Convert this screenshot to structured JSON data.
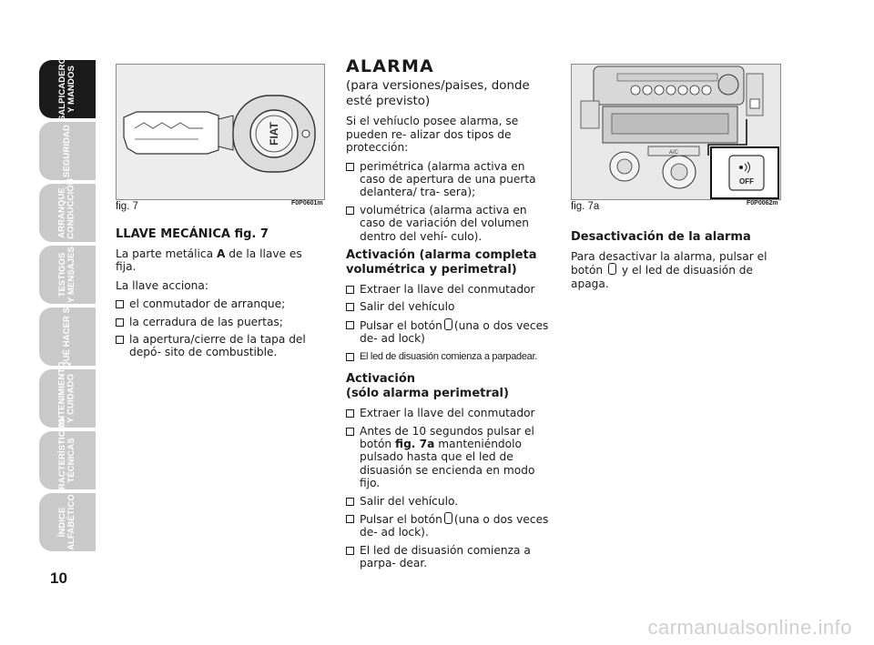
{
  "tabs": [
    {
      "label": "SALPICADERO\nY MANDOS",
      "active": true
    },
    {
      "label": "SEGURIDAD",
      "active": false
    },
    {
      "label": "ARRANQUE\nY CONDUCCIÓN",
      "active": false
    },
    {
      "label": "TESTIGOS\nY MENSAJES",
      "active": false
    },
    {
      "label": "QUÉ HACER SI",
      "active": false
    },
    {
      "label": "MANTENIMIENTO\nY CUIDADO",
      "active": false
    },
    {
      "label": "CARACTERÍSTICAS\nTÉCNICAS",
      "active": false
    },
    {
      "label": "ÍNDICE\nALFABÉTICO",
      "active": false
    }
  ],
  "page_number": "10",
  "fig7": {
    "caption": "fig. 7",
    "code": "F0P0601m",
    "logo": "FIAT"
  },
  "fig7a": {
    "caption": "fig. 7a",
    "code": "F0P0062m",
    "off_label": "OFF",
    "ac_label": "A/C"
  },
  "col1": {
    "heading": "LLAVE MECÁNICA fig. 7",
    "p1_pre": "La parte metálica ",
    "p1_bold": "A",
    "p1_post": " de la llave es fija.",
    "p2": "La llave acciona:",
    "items": [
      "el conmutador de arranque;",
      "la cerradura de las puertas;",
      "la apertura/cierre de la tapa del depó- sito de combustible."
    ]
  },
  "col2": {
    "title": "ALARMA",
    "subtitle": "(para versiones/paises, donde esté previsto)",
    "intro": "Si el vehíuclo posee alarma, se pueden re- alizar dos tipos de protección:",
    "types": [
      "perimétrica (alarma activa en caso de apertura de una puerta delantera/ tra- sera);",
      "volumétrica (alarma activa en caso de variación del volumen dentro del vehí- culo)."
    ],
    "h1": "Activación (alarma completa volumétrica y perimetral)",
    "steps1_a": "Extraer la llave del conmutador",
    "steps1_b": "Salir del vehículo",
    "steps1_c_pre": "Pulsar el botón",
    "steps1_c_post": "(una o dos veces de- ad lock)",
    "steps1_d": "El led de disuasión comienza a parpadear.",
    "h2a": "Activación",
    "h2b": "(sólo alarma perimetral)",
    "steps2_a": "Extraer la llave del conmutador",
    "steps2_b_pre": "Antes de 10 segundos pulsar el botón ",
    "steps2_b_bold": "fig. 7a",
    "steps2_b_post": " manteniéndolo pulsado hasta que el led de disuasión se encienda en modo fijo.",
    "steps2_c": "Salir del vehículo.",
    "steps2_d_pre": "Pulsar el botón",
    "steps2_d_post": "(una o dos veces de- ad lock).",
    "steps2_e": "El led de disuasión comienza a parpa- dear."
  },
  "col3": {
    "heading": "Desactivación de la alarma",
    "p_pre": "Para desactivar la alarma, pulsar el botón",
    "p_post": "y el led de disuasión de apaga."
  },
  "watermark": "carmanualsonline.info"
}
